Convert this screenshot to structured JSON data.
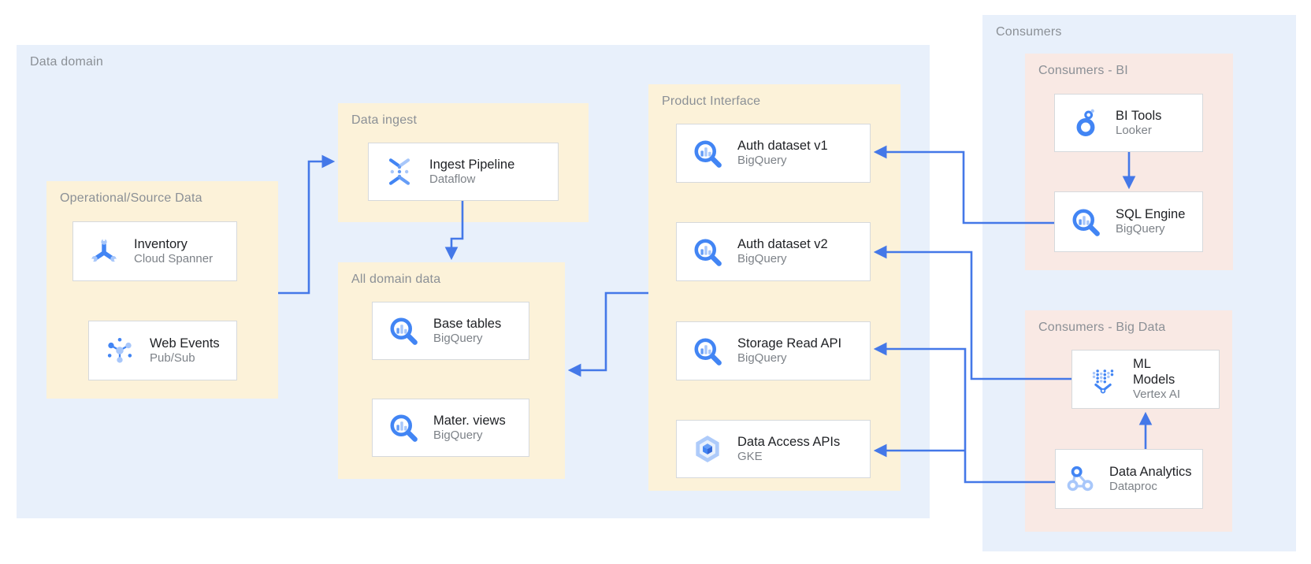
{
  "diagram": {
    "regions": {
      "data_domain": {
        "label": "Data domain"
      },
      "consumers": {
        "label": "Consumers"
      }
    },
    "groups": {
      "source": {
        "label": "Operational/Source Data",
        "cards": [
          {
            "title": "Inventory",
            "subtitle": "Cloud Spanner",
            "icon": "cloud-spanner-icon"
          },
          {
            "title": "Web Events",
            "subtitle": "Pub/Sub",
            "icon": "pubsub-icon"
          }
        ]
      },
      "ingest": {
        "label": "Data ingest",
        "cards": [
          {
            "title": "Ingest Pipeline",
            "subtitle": "Dataflow",
            "icon": "dataflow-icon"
          }
        ]
      },
      "all_domain": {
        "label": "All domain data",
        "cards": [
          {
            "title": "Base tables",
            "subtitle": "BigQuery",
            "icon": "bigquery-icon"
          },
          {
            "title": "Mater. views",
            "subtitle": "BigQuery",
            "icon": "bigquery-icon"
          }
        ]
      },
      "product_interface": {
        "label": "Product Interface",
        "cards": [
          {
            "title": "Auth dataset v1",
            "subtitle": "BigQuery",
            "icon": "bigquery-icon"
          },
          {
            "title": "Auth dataset v2",
            "subtitle": "BigQuery",
            "icon": "bigquery-icon"
          },
          {
            "title": "Storage Read API",
            "subtitle": "BigQuery",
            "icon": "bigquery-icon"
          },
          {
            "title": "Data Access APIs",
            "subtitle": "GKE",
            "icon": "gke-icon"
          }
        ]
      },
      "consumers_bi": {
        "label": "Consumers - BI",
        "cards": [
          {
            "title": "BI Tools",
            "subtitle": "Looker",
            "icon": "looker-icon"
          },
          {
            "title": "SQL Engine",
            "subtitle": "BigQuery",
            "icon": "bigquery-icon"
          }
        ]
      },
      "consumers_bigdata": {
        "label": "Consumers - Big Data",
        "cards": [
          {
            "title": "ML Models",
            "subtitle": "Vertex AI",
            "icon": "vertex-ai-icon"
          },
          {
            "title": "Data Analytics",
            "subtitle": "Dataproc",
            "icon": "dataproc-icon"
          }
        ]
      }
    },
    "colors": {
      "region_blue": "#E8F0FB",
      "zone_yellow": "#FCF2D9",
      "zone_pink": "#F9E9E4",
      "arrow_blue": "#4478E8",
      "icon_blue": "#4285F4",
      "icon_blue_light": "#A8C7FA",
      "label_gray": "#8B9096",
      "title_dark": "#1F2125",
      "subtitle_gray": "#7D8288",
      "card_border": "#D6D9DC"
    }
  }
}
